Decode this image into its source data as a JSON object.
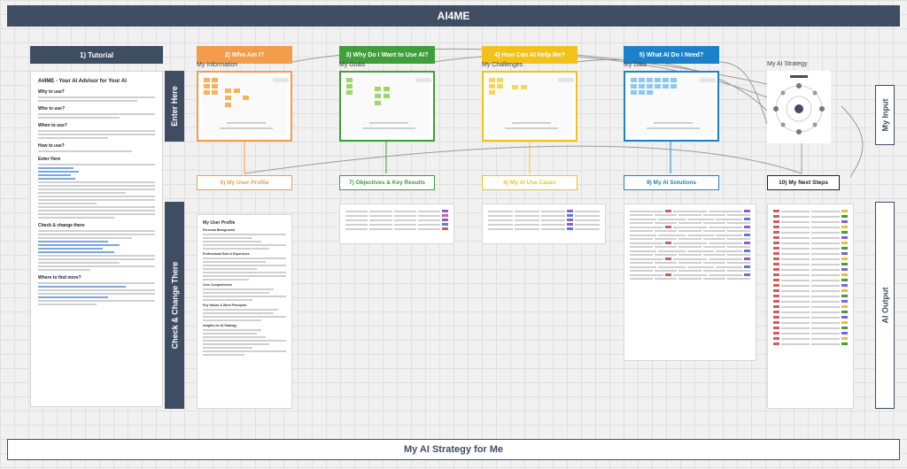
{
  "app_title": "AI4ME",
  "bottom_title": "My AI Strategy for Me",
  "tutorial": {
    "header": "1) Tutorial",
    "doc_title": "AI4ME - Your AI Advisor for Your AI",
    "sections": [
      "Why to use?",
      "Who to use?",
      "When to use?",
      "How to use?",
      "Enter Here",
      "Check & change there",
      "Where to find more?"
    ]
  },
  "side_labels": {
    "enter_here": "Enter Here",
    "check_change": "Check & Change There",
    "my_input": "My Input",
    "ai_output": "AI Output"
  },
  "phases": [
    {
      "header": "2) Who Am I?",
      "caption": "My Information",
      "color": "#f39c4a"
    },
    {
      "header": "3) Why Do I Want to Use AI?",
      "caption": "My Goals",
      "color": "#3f9f3a"
    },
    {
      "header": "4) How Can AI Help Me?",
      "caption": "My Challenges",
      "color": "#f2c21b"
    },
    {
      "header": "5) What AI Do I Need?",
      "caption": "My Data",
      "color": "#1b82c9"
    }
  ],
  "strategy_caption": "My AI Strategy",
  "outputs": [
    {
      "label": "6) My User Profile",
      "color": "#f39c4a"
    },
    {
      "label": "7) Objectives & Key Results",
      "color": "#3f9f3a"
    },
    {
      "label": "8) My AI Use Cases",
      "color": "#f2c21b"
    },
    {
      "label": "9) My AI Solutions",
      "color": "#1b82c9"
    },
    {
      "label": "10) My Next Steps",
      "color": "#222222"
    }
  ],
  "profile_doc": {
    "title": "My User Profile",
    "sections": [
      "Personal Background",
      "Professional Role & Experience",
      "Core Competencies",
      "Key Values & Work Principles",
      "Insights for AI Strategy"
    ]
  }
}
